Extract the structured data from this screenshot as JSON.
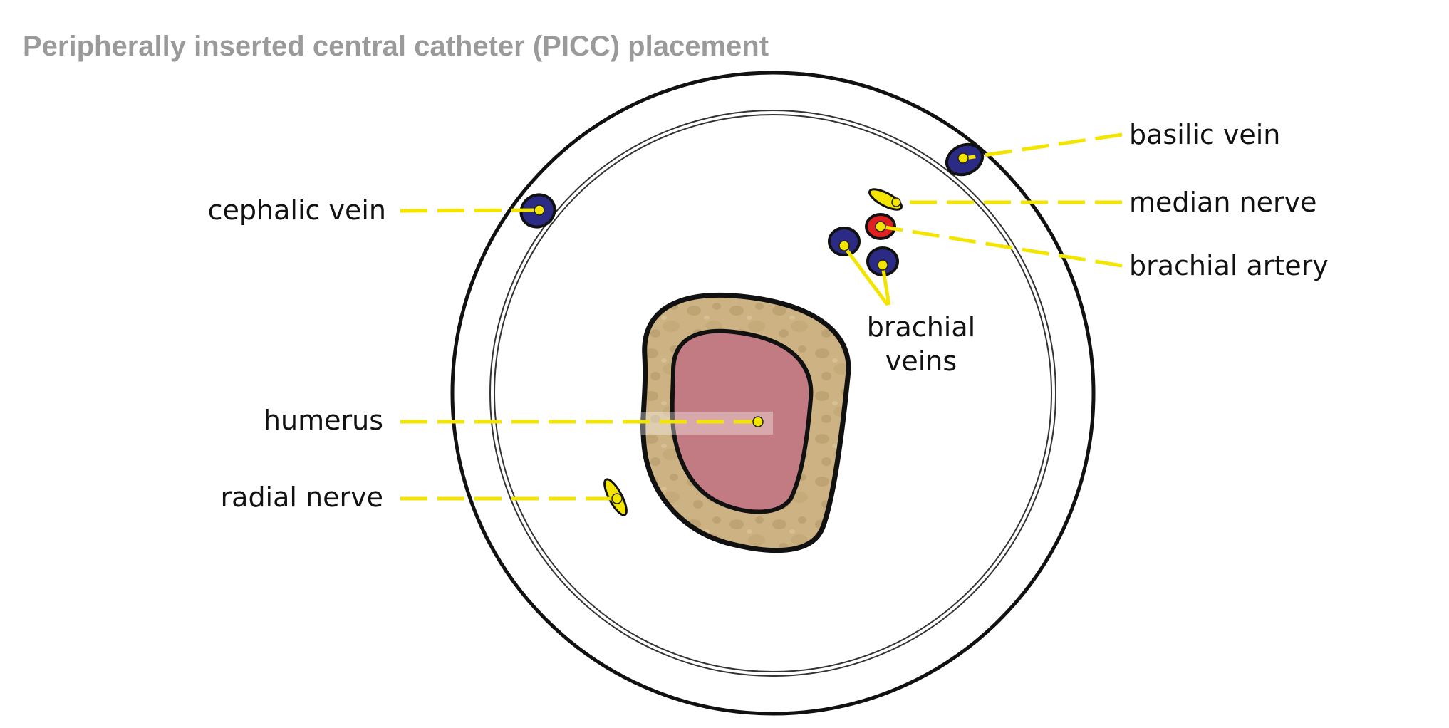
{
  "title": "Peripherally inserted central catheter (PICC) placement",
  "labels": {
    "basilic_vein": "basilic vein",
    "median_nerve": "median nerve",
    "brachial_artery": "brachial artery",
    "cephalic_vein": "cephalic vein",
    "brachial_veins_line1": "brachial",
    "brachial_veins_line2": "veins",
    "humerus": "humerus",
    "radial_nerve": "radial nerve"
  },
  "colors": {
    "leader": "#f4e500",
    "vein": "#2b2b86",
    "artery": "#e02020",
    "nerve": "#f4e500",
    "bone_cortex": "#cdb383",
    "bone_marrow": "#c27b82",
    "title": "#9a9a9a"
  }
}
